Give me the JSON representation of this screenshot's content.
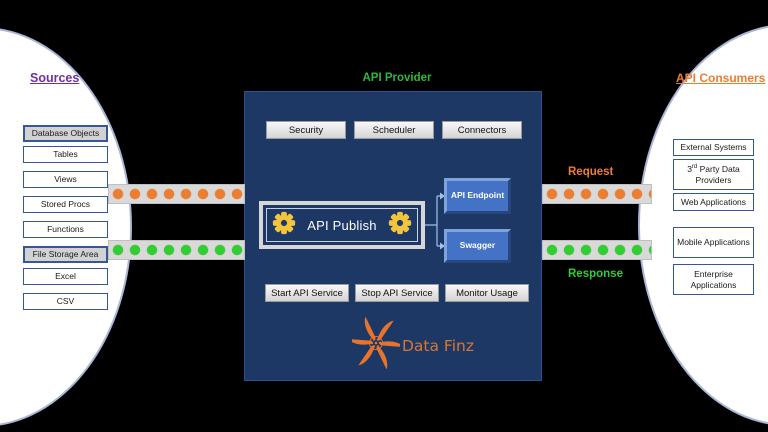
{
  "colors": {
    "purple": "#7030A0",
    "green": "#2DB83D",
    "orange": "#ED7D31",
    "rgreen": "#33CC33",
    "navy": "#1E3866",
    "midblue": "#4472C4",
    "gear": "#F2C53D",
    "logo-orange": "#E8742C"
  },
  "sources": {
    "title": "Sources",
    "items": [
      {
        "label": "Database Objects",
        "variant": "header"
      },
      {
        "label": "Tables",
        "variant": "plain"
      },
      {
        "label": "Views",
        "variant": "plain"
      },
      {
        "label": "Stored Procs",
        "variant": "plain"
      },
      {
        "label": "Functions",
        "variant": "plain"
      },
      {
        "label": "File Storage Area",
        "variant": "header"
      },
      {
        "label": "Excel",
        "variant": "plain"
      },
      {
        "label": "CSV",
        "variant": "plain"
      }
    ]
  },
  "provider": {
    "title": "API Provider",
    "top_buttons": [
      {
        "label": "Security"
      },
      {
        "label": "Scheduler"
      },
      {
        "label": "Connectors"
      }
    ],
    "publish_label": "API Publish",
    "endpoint_label": "API Endpoint",
    "swagger_label": "Swagger",
    "bottom_buttons": [
      {
        "label": "Start API Service"
      },
      {
        "label": "Stop API Service"
      },
      {
        "label": "Monitor Usage"
      }
    ],
    "logo_text": "Data Finz"
  },
  "consumers": {
    "title": "API Consumers",
    "items": [
      {
        "label": "External Systems"
      },
      {
        "pre": "3",
        "sup": "rd",
        "rest": " Party Data Providers"
      },
      {
        "label": "Web Applications"
      },
      {
        "label": "Mobile Applications"
      },
      {
        "label": "Enterprise Applications"
      }
    ]
  },
  "flows": {
    "request_label": "Request",
    "response_label": "Response"
  }
}
